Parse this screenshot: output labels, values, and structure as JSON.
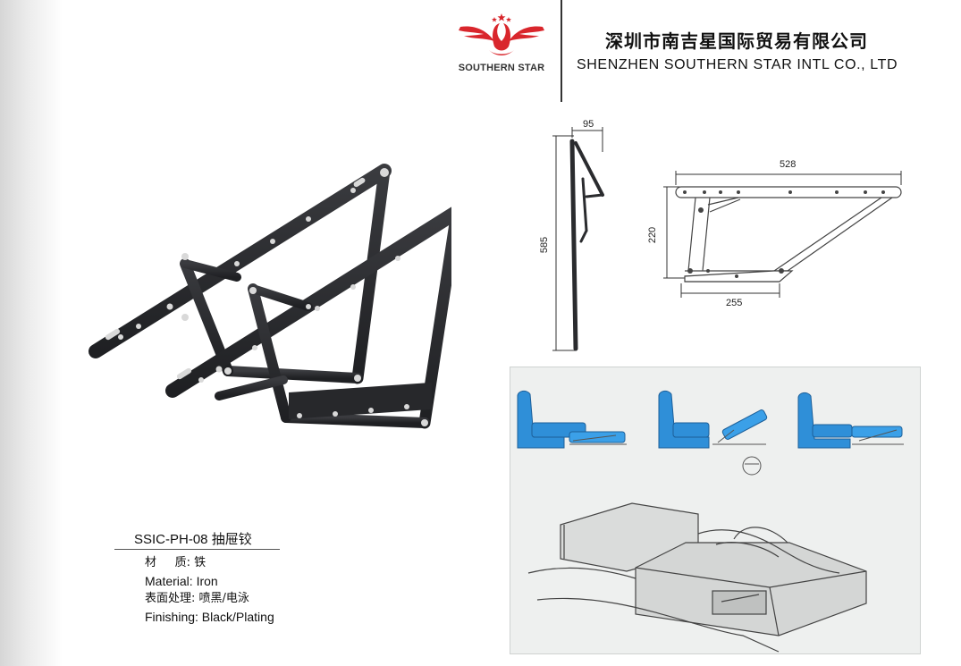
{
  "header": {
    "logo_text": "SOUTHERN STAR",
    "company_cn": "深圳市南吉星国际贸易有限公司",
    "company_en": "SHENZHEN SOUTHERN STAR INTL CO., LTD"
  },
  "drawings": {
    "side_width": "95",
    "side_height": "585",
    "top_length": "528",
    "height": "220",
    "base_length": "255"
  },
  "product": {
    "model_code": "SSIC-PH-08",
    "model_name_cn": "抽屉铰",
    "material_cn": "材     质: 铁",
    "material_en": "Material: Iron",
    "finishing_cn": "表面处理: 喷黑/电泳",
    "finishing_en": "Finishing: Black/Plating"
  },
  "colors": {
    "logo_red": "#d9262c",
    "hinge_black": "#2a2b2e",
    "sofa_blue": "#2f8fd8"
  }
}
